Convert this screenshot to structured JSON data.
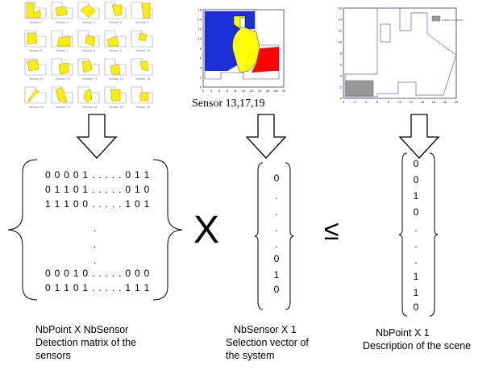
{
  "top_left": {
    "sensor_labels": [
      "Sensor 1",
      "Sensor 2",
      "Sensor 3",
      "Sensor 4",
      "Sensor 5",
      "Sensor 6",
      "Sensor 7",
      "Sensor 8",
      "Sensor 9",
      "Sensor 10",
      "Sensor 11",
      "Sensor 12",
      "Sensor 13",
      "Sensor 14",
      "Sensor 15",
      "Sensor 16",
      "Sensor 17",
      "Sensor 18",
      "Sensor 19",
      "Sensor 20"
    ]
  },
  "top_middle": {
    "caption": "Sensor 13,17,19",
    "y_ticks": [
      "0",
      "2",
      "4",
      "6",
      "8",
      "10",
      "12",
      "14",
      "16"
    ],
    "x_ticks": [
      "0",
      "2",
      "4",
      "6",
      "8",
      "10",
      "12",
      "14",
      "16",
      "18",
      "20"
    ],
    "colors": {
      "blue": "#1a2fd6",
      "yellow": "#ffff00",
      "red": "#ff0000"
    }
  },
  "top_right": {
    "legend_label": "capteur couvrant",
    "y_ticks": [
      "0",
      "2",
      "4",
      "6",
      "8",
      "10",
      "12",
      "14",
      "16"
    ],
    "x_ticks": [
      "0",
      "2",
      "4",
      "6",
      "8",
      "10",
      "12",
      "14",
      "16",
      "18",
      "20"
    ],
    "colors": {
      "outline": "#5566cc",
      "covered": "#999999"
    }
  },
  "matrix": {
    "rows": [
      "0 0 0 0 1 . . . . . 0 1 1",
      "0 1 1 0 1 . . . . . 0 1 0",
      "1 1 1 0 0 . . . . . 1 0 1",
      ".",
      ".",
      ".",
      "0 0 0 1 0 . . . . . 0 0 0",
      "0 1 1 0 1 . . . . . 1 1 1"
    ],
    "caption": [
      "NbPoint  X  NbSensor",
      "Detection matrix of the",
      "sensors"
    ]
  },
  "operator_times": "X",
  "selection_vector": {
    "values": [
      "0",
      ".",
      ".",
      ".",
      ".",
      "0",
      "1",
      "0"
    ],
    "caption": [
      "NbSensor  X  1",
      "Selection vector of",
      "the system"
    ]
  },
  "operator_leq": "≤",
  "scene_vector": {
    "values": [
      "0",
      "0",
      "1",
      "0",
      ".",
      ".",
      ".",
      "1",
      "1",
      "0"
    ],
    "caption": [
      "NbPoint  X  1",
      "Description of the scene"
    ]
  }
}
